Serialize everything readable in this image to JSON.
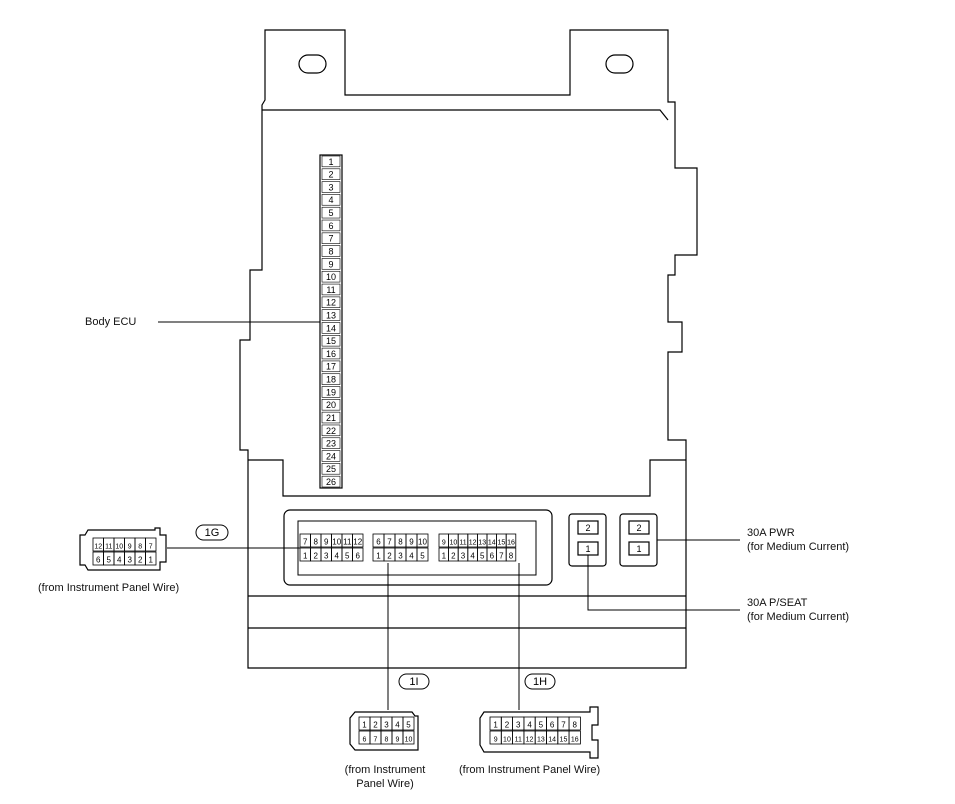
{
  "body_ecu_label": "Body ECU",
  "ecu_pins": [
    "1",
    "2",
    "3",
    "4",
    "5",
    "6",
    "7",
    "8",
    "9",
    "10",
    "11",
    "12",
    "13",
    "14",
    "15",
    "16",
    "17",
    "18",
    "19",
    "20",
    "21",
    "22",
    "23",
    "24",
    "25",
    "26"
  ],
  "connectors": {
    "c1G": {
      "id": "1G",
      "source": "(from Instrument Panel Wire)",
      "ecu_top": [
        "7",
        "8",
        "9",
        "10",
        "11",
        "12"
      ],
      "ecu_bottom": [
        "1",
        "2",
        "3",
        "4",
        "5",
        "6"
      ],
      "plug_top": [
        "12",
        "11",
        "10",
        "9",
        "8",
        "7"
      ],
      "plug_bottom": [
        "6",
        "5",
        "4",
        "3",
        "2",
        "1"
      ]
    },
    "c1I": {
      "id": "1I",
      "source_line1": "(from Instrument",
      "source_line2": "Panel Wire)",
      "ecu_top": [
        "6",
        "7",
        "8",
        "9",
        "10"
      ],
      "ecu_bottom": [
        "1",
        "2",
        "3",
        "4",
        "5"
      ],
      "plug_top": [
        "1",
        "2",
        "3",
        "4",
        "5"
      ],
      "plug_bottom": [
        "6",
        "7",
        "8",
        "9",
        "10"
      ]
    },
    "c1H": {
      "id": "1H",
      "source": "(from Instrument Panel Wire)",
      "ecu_top": [
        "9",
        "10",
        "11",
        "12",
        "13",
        "14",
        "15",
        "16"
      ],
      "ecu_bottom": [
        "1",
        "2",
        "3",
        "4",
        "5",
        "6",
        "7",
        "8"
      ],
      "plug_top": [
        "1",
        "2",
        "3",
        "4",
        "5",
        "6",
        "7",
        "8"
      ],
      "plug_bottom": [
        "9",
        "10",
        "11",
        "12",
        "13",
        "14",
        "15",
        "16"
      ]
    }
  },
  "fuses": {
    "p_seat": {
      "pins": [
        "2",
        "1"
      ],
      "name": "30A P/SEAT",
      "note": "(for Medium Current)"
    },
    "pwr": {
      "pins": [
        "2",
        "1"
      ],
      "name": "30A PWR",
      "note": "(for Medium Current)"
    }
  }
}
